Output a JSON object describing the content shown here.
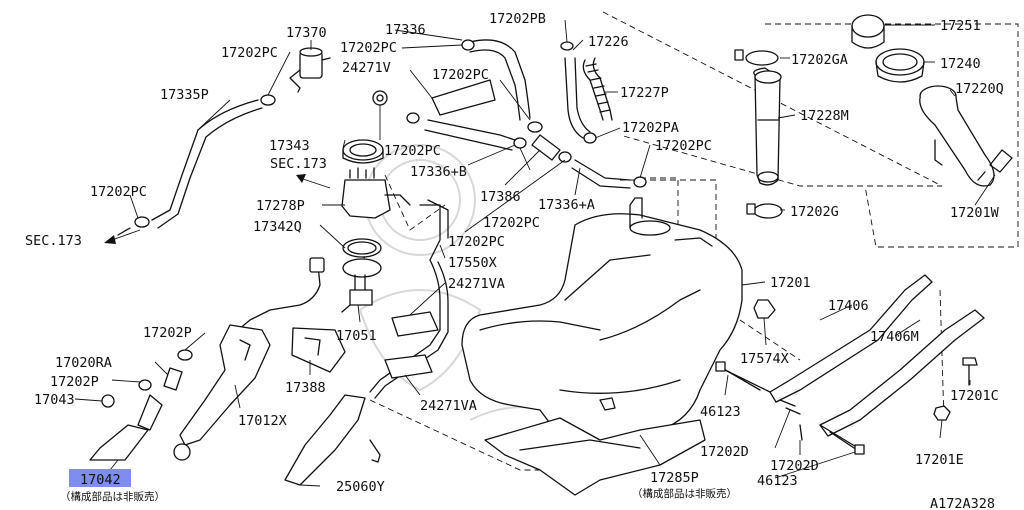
{
  "diagram_id": "A172A328",
  "not_sold_note": "（構成部品は非販売）",
  "parts": {
    "p17370": "17370",
    "p17336_top": "17336",
    "p17202PB": "17202PB",
    "p17251": "17251",
    "p17202PC_a": "17202PC",
    "p17202PC_b": "17202PC",
    "p17226": "17226",
    "p17202GA": "17202GA",
    "p17240": "17240",
    "p24271V": "24271V",
    "p17202PC_c": "17202PC",
    "p17227P": "17227P",
    "p17220Q": "17220Q",
    "p17335P": "17335P",
    "p17228M": "17228M",
    "p17202PA": "17202PA",
    "p17343": "17343",
    "p17202PC_d": "17202PC",
    "p17202PC_e": "17202PC",
    "p17336B": "17336+B",
    "sec173_a": "SEC.173",
    "p17202PC_f": "17202PC",
    "p17386": "17386",
    "p17278P": "17278P",
    "p17336A": "17336+A",
    "p17202G": "17202G",
    "p17201W": "17201W",
    "p17202PC_g": "17202PC",
    "p17342Q": "17342Q",
    "p17202PC_h": "17202PC",
    "sec173_b": "SEC.173",
    "p17550X": "17550X",
    "p17201": "17201",
    "p24271VA_a": "24271VA",
    "p17406": "17406",
    "p17202P_a": "17202P",
    "p17051": "17051",
    "p17406M": "17406M",
    "p17020RA": "17020RA",
    "p17574X": "17574X",
    "p17202P_b": "17202P",
    "p17388": "17388",
    "p17201C": "17201C",
    "p17043": "17043",
    "p24271VA_b": "24271VA",
    "p46123_a": "46123",
    "p17012X": "17012X",
    "p17202D_a": "17202D",
    "p17201E": "17201E",
    "p17202D_b": "17202D",
    "p17285P": "17285P",
    "p46123_b": "46123",
    "p17042": "17042",
    "p25060Y": "25060Y"
  }
}
